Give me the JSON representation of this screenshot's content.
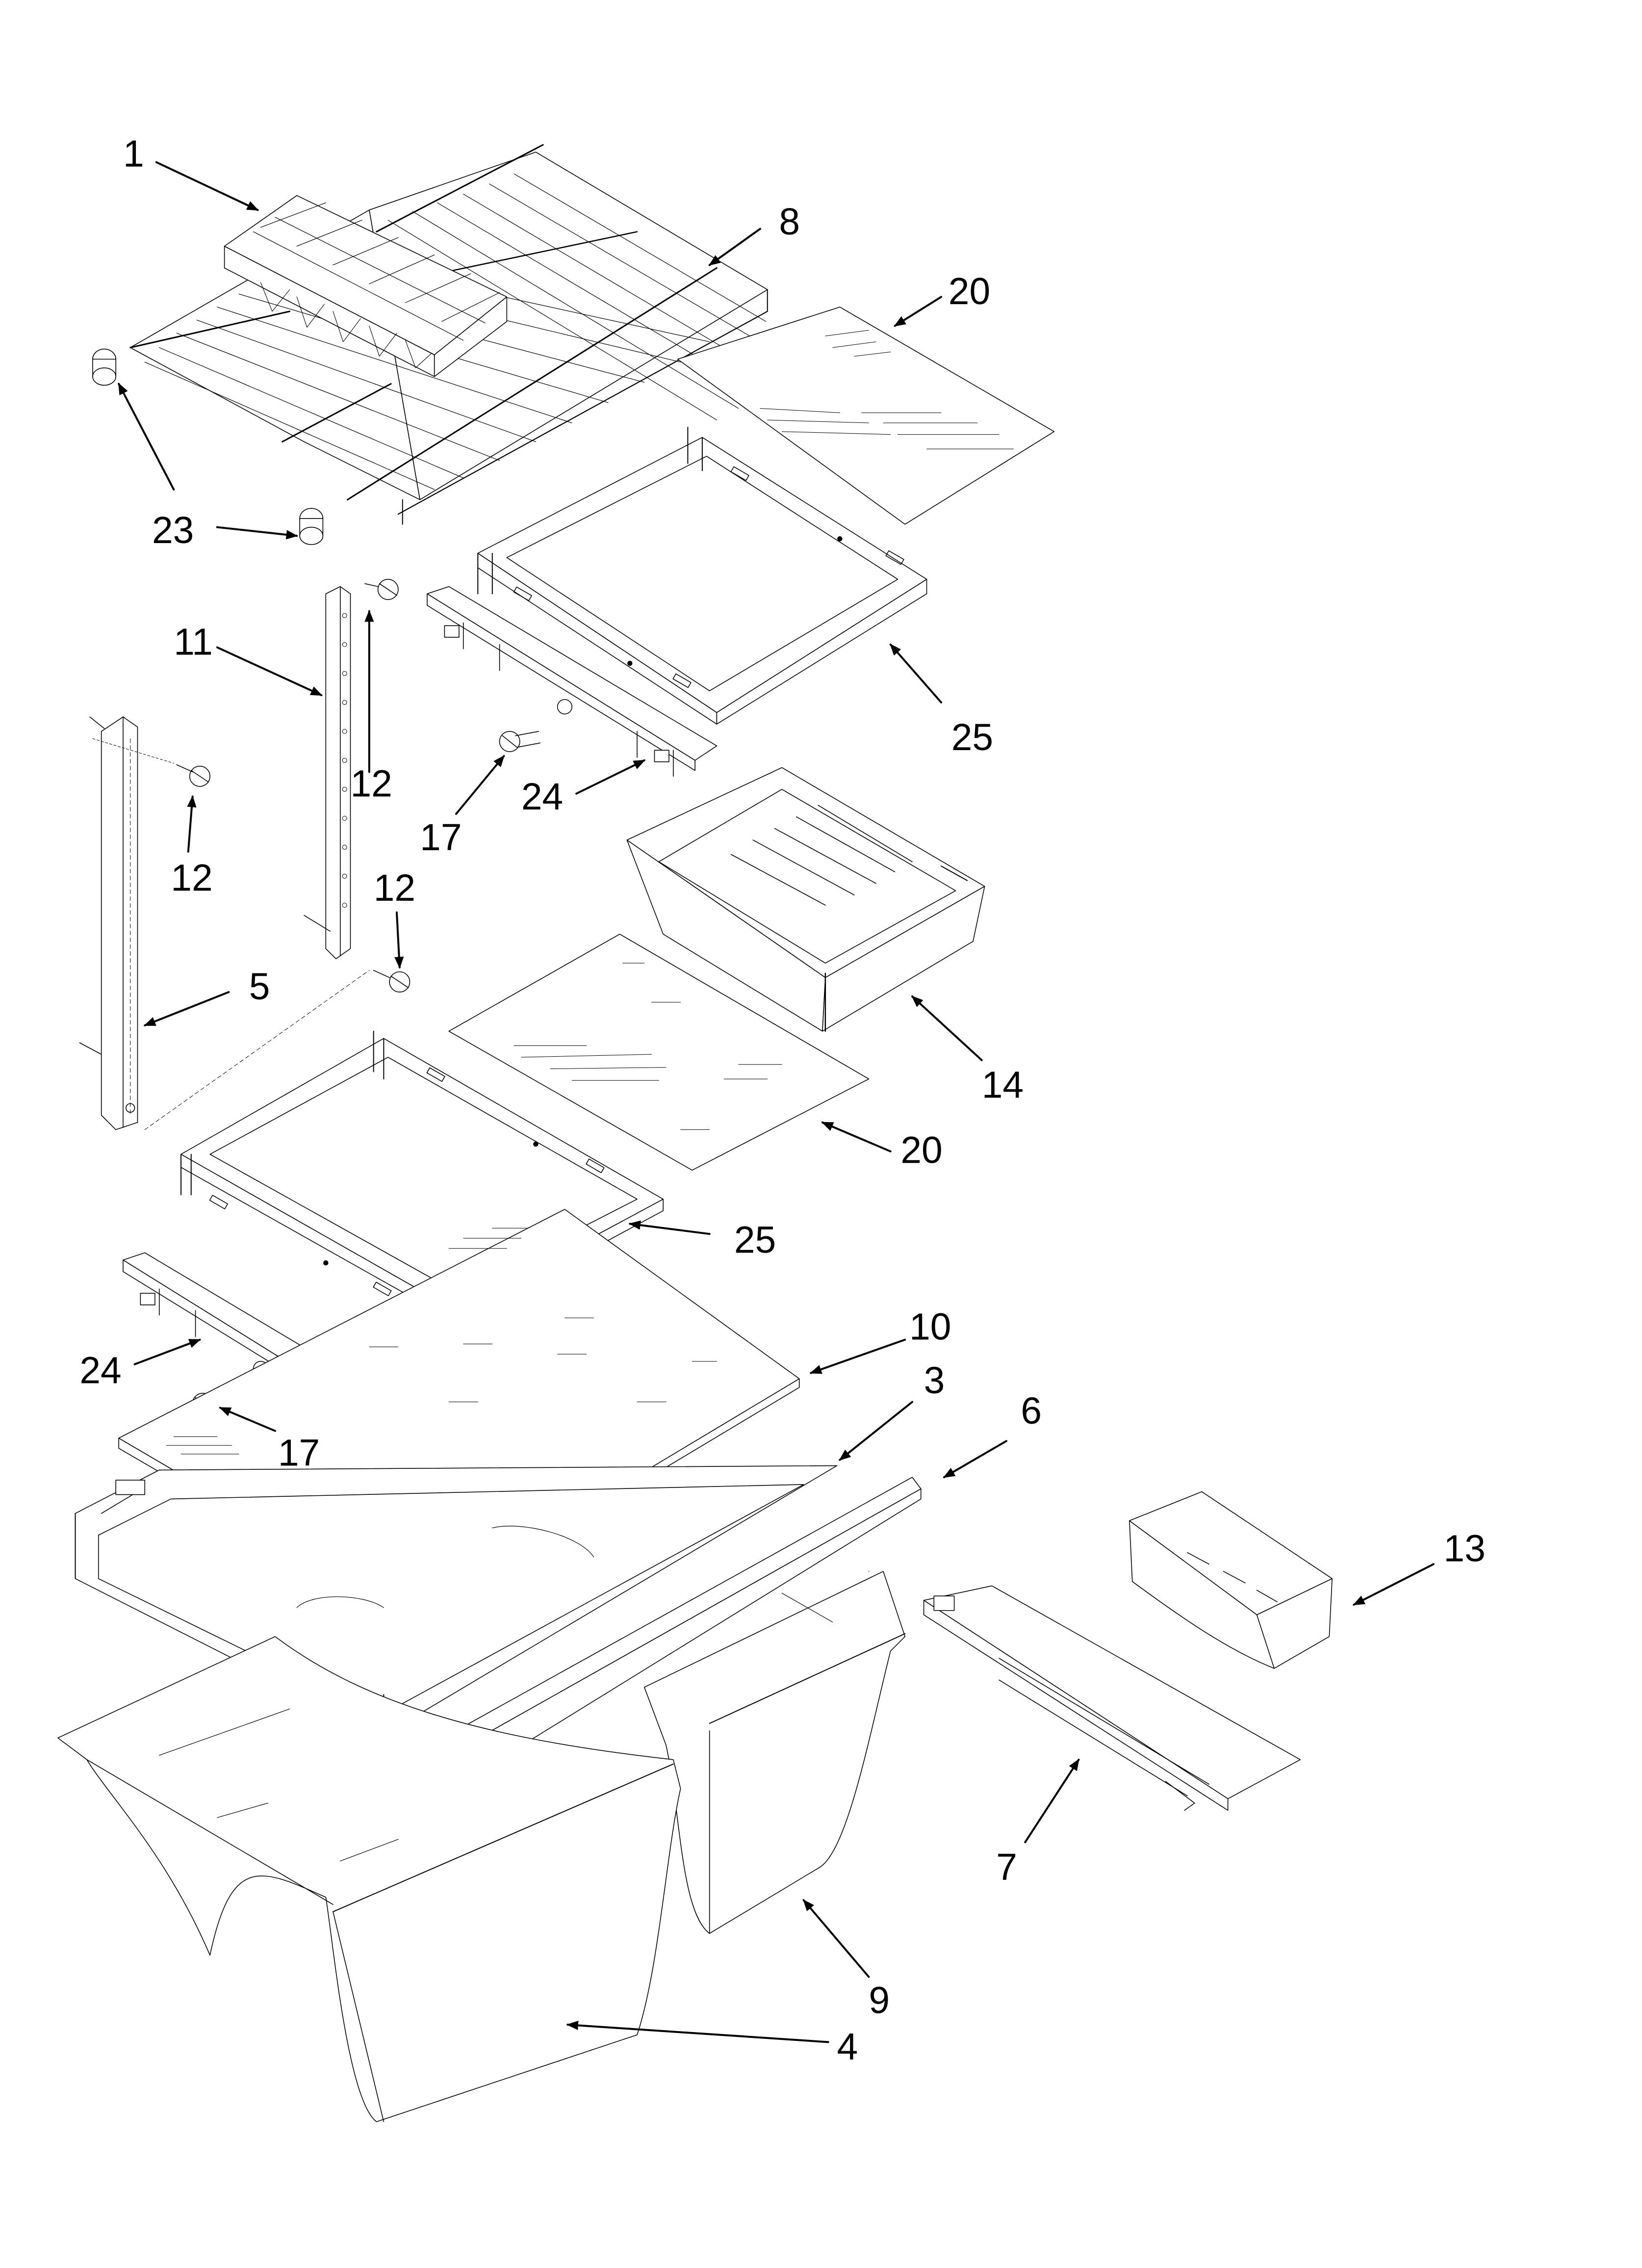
{
  "colors": {
    "ink": "#000000",
    "paper": "#ffffff"
  },
  "callouts": [
    {
      "id": "c1",
      "text": "1"
    },
    {
      "id": "c8",
      "text": "8"
    },
    {
      "id": "c20a",
      "text": "20"
    },
    {
      "id": "c23",
      "text": "23"
    },
    {
      "id": "c11",
      "text": "11"
    },
    {
      "id": "c12a",
      "text": "12"
    },
    {
      "id": "c12b",
      "text": "12"
    },
    {
      "id": "c12c",
      "text": "12"
    },
    {
      "id": "c25a",
      "text": "25"
    },
    {
      "id": "c17a",
      "text": "17"
    },
    {
      "id": "c24a",
      "text": "24"
    },
    {
      "id": "c5",
      "text": "5"
    },
    {
      "id": "c14",
      "text": "14"
    },
    {
      "id": "c20b",
      "text": "20"
    },
    {
      "id": "c25b",
      "text": "25"
    },
    {
      "id": "c10",
      "text": "10"
    },
    {
      "id": "c24b",
      "text": "24"
    },
    {
      "id": "c3",
      "text": "3"
    },
    {
      "id": "c17b",
      "text": "17"
    },
    {
      "id": "c6",
      "text": "6"
    },
    {
      "id": "c13",
      "text": "13"
    },
    {
      "id": "c7",
      "text": "7"
    },
    {
      "id": "c9",
      "text": "9"
    },
    {
      "id": "c4",
      "text": "4"
    }
  ]
}
